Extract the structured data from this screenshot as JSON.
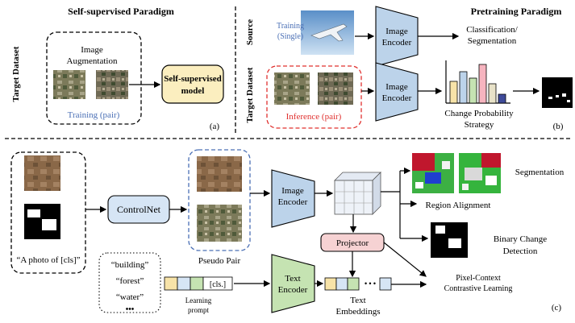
{
  "panel_a": {
    "title": "Self-supervised Paradigm",
    "side_label": "Target Dataset",
    "aug_line1": "Image",
    "aug_line2": "Augmentation",
    "training_label": "Training (pair)",
    "model_line1": "Self-supervised",
    "model_line2": "model",
    "tag": "(a)"
  },
  "panel_b": {
    "title": "Pretraining Paradigm",
    "source_label": "Source",
    "target_label": "Target Dataset",
    "training_line1": "Training",
    "training_line2": "(Single)",
    "encoder_line1": "Image",
    "encoder_line2": "Encoder",
    "cls_line1": "Classification/",
    "cls_line2": "Segmentation",
    "inference_label": "Inference (pair)",
    "change_line1": "Change Probability",
    "change_line2": "Strategy",
    "tag": "(b)",
    "colors": {
      "red": "#e0312f",
      "blue": "#4a6fb5",
      "encoder_fill": "#bcd3ea",
      "model_fill": "#fbeebf"
    }
  },
  "panel_c": {
    "photo_caption": "“A photo of [cls]”",
    "controlnet": "ControlNet",
    "pseudo_pair": "Pseudo Pair",
    "image_encoder_line1": "Image",
    "image_encoder_line2": "Encoder",
    "projector": "Projector",
    "text_encoder_line1": "Text",
    "text_encoder_line2": "Encoder",
    "words": [
      "“building”",
      "“forest”",
      "“water”",
      "•••"
    ],
    "cls_token": "[cls.]",
    "prompt_line1": "Learning",
    "prompt_line2": "prompt",
    "embed_line1": "Text",
    "embed_line2": "Embeddings",
    "dots": "• • •",
    "outputs": {
      "segmentation": "Segmentation",
      "region_alignment": "Region Alignment",
      "binary_line1": "Binary Change",
      "binary_line2": "Detection",
      "pixel_line1": "Pixel-Context",
      "pixel_line2": "Contrastive Learning"
    },
    "tag": "(c)",
    "colors": {
      "projector_fill": "#f6d2d3",
      "text_encoder_fill": "#c5e3b2",
      "controlnet_fill": "#d6e5f5"
    }
  }
}
